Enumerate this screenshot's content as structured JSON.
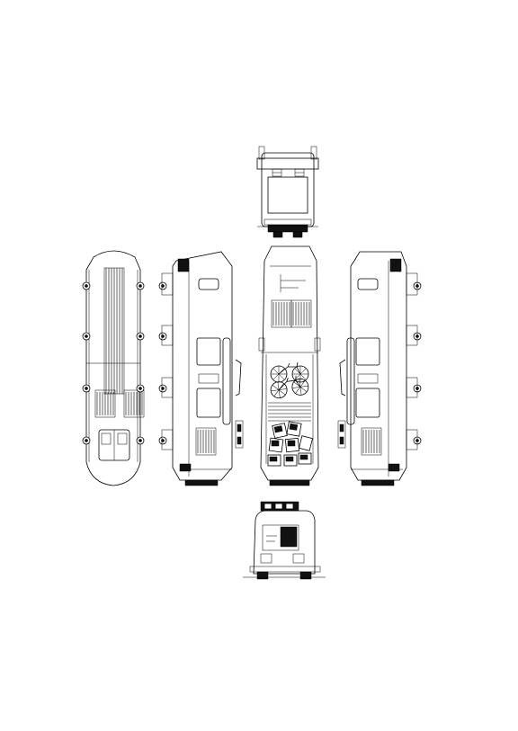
{
  "drawing": {
    "stroke_color": "#000000",
    "background_color": "#ffffff",
    "views": [
      {
        "id": "front-end-view"
      },
      {
        "id": "roof-view"
      },
      {
        "id": "left-side-view"
      },
      {
        "id": "floor-plan-view"
      },
      {
        "id": "right-side-view"
      },
      {
        "id": "rear-end-view"
      }
    ]
  }
}
